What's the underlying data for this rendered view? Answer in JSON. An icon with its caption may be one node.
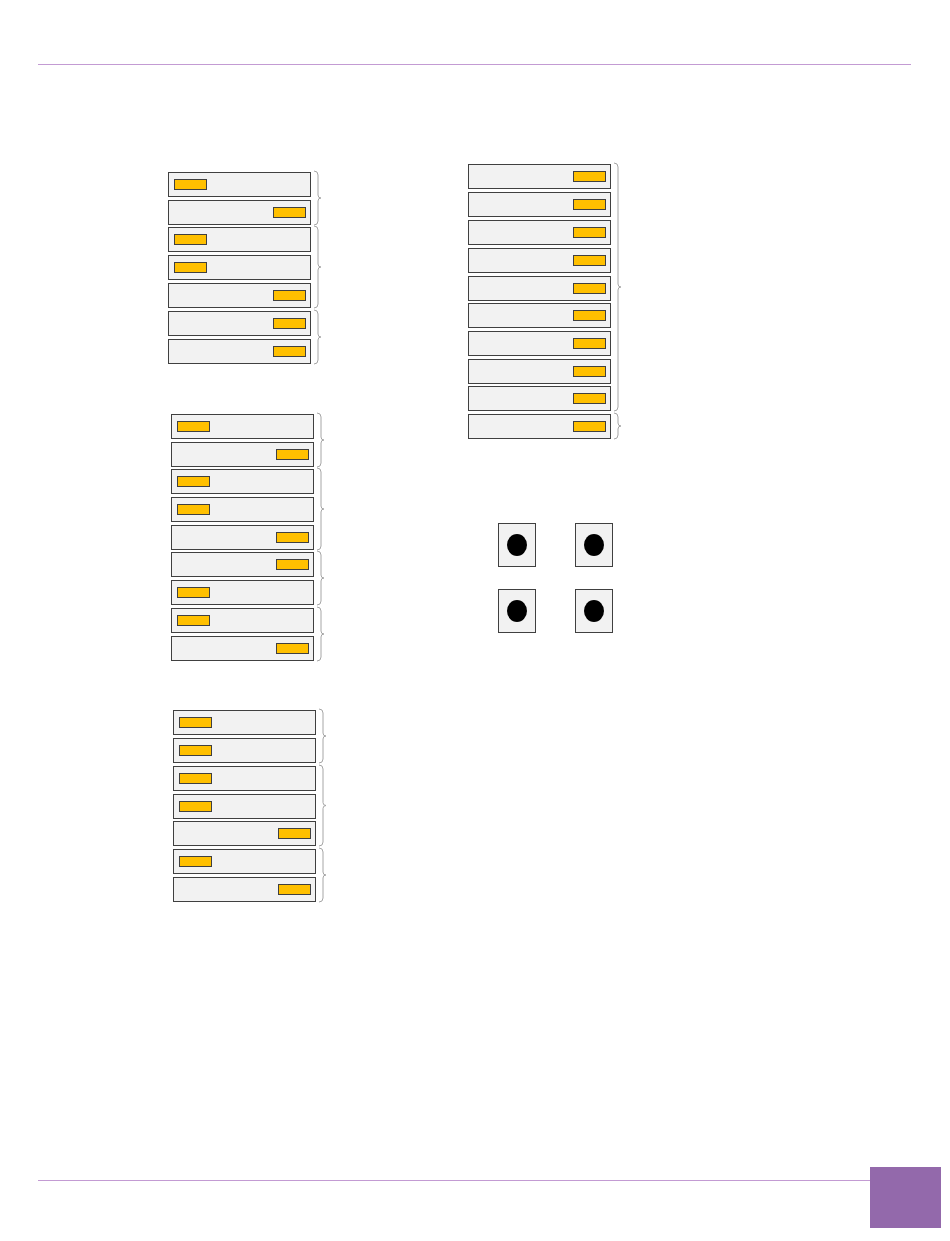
{
  "diagram": {
    "nodes": [
      {
        "text": [],
        "shape": "box"
      },
      {
        "text": [],
        "shape": "bar",
        "in": 0
      },
      {
        "text": [],
        "shape": "box"
      },
      {
        "text": [],
        "shape": "bar",
        "in": 2
      },
      {
        "text": [],
        "shape": "box"
      },
      {
        "text": [],
        "shape": "bar",
        "in": 4
      },
      {
        "text": [],
        "shape": "box"
      },
      {
        "text": [],
        "shape": "bar",
        "in": 6
      },
      {
        "text": [],
        "shape": "box"
      },
      {
        "text": [],
        "shape": "bar",
        "in": 8
      },
      {
        "text": [],
        "shape": "box"
      },
      {
        "text": [],
        "shape": "bar",
        "in": 10
      },
      {
        "text": [],
        "shape": "box"
      },
      {
        "text": [],
        "shape": "bar",
        "in": 12
      },
      {
        "text": [],
        "shape": "box"
      },
      {
        "text": [],
        "shape": "bar",
        "in": 14
      },
      {
        "text": [],
        "shape": "box"
      },
      {
        "text": [],
        "shape": "bar",
        "in": 16
      },
      {
        "text": [],
        "shape": "box"
      },
      {
        "text": [],
        "shape": "bar",
        "in": 18
      },
      {
        "text": [],
        "shape": "box"
      },
      {
        "text": [],
        "shape": "bar",
        "in": 20
      },
      {
        "text": [],
        "shape": "box"
      },
      {
        "text": [],
        "shape": "bar",
        "in": 22
      },
      {
        "text": [],
        "shape": "box"
      },
      {
        "text": [],
        "shape": "bar",
        "in": 24
      },
      {
        "text": [],
        "shape": "box"
      },
      {
        "text": [],
        "shape": "bar",
        "in": 26
      },
      {
        "text": [],
        "shape": "box"
      },
      {
        "text": [],
        "shape": "bar",
        "in": 28
      },
      {
        "text": [],
        "shape": "box"
      },
      {
        "text": [],
        "shape": "bar",
        "in": 30
      },
      {
        "text": [],
        "shape": "box"
      },
      {
        "text": [],
        "shape": "bar",
        "in": 32
      },
      {
        "text": [],
        "shape": "box"
      },
      {
        "text": [],
        "shape": "bar",
        "in": 34
      },
      {
        "text": [],
        "shape": "box"
      },
      {
        "text": [],
        "shape": "bar",
        "in": 36
      },
      {
        "text": [],
        "shape": "box"
      },
      {
        "text": [],
        "shape": "bar",
        "in": 38
      },
      {
        "text": [],
        "shape": "box"
      },
      {
        "text": [],
        "shape": "bar",
        "in": 40
      },
      {
        "text": [],
        "shape": "box"
      },
      {
        "text": [],
        "shape": "bar",
        "in": 42
      },
      {
        "text": [],
        "shape": "box"
      },
      {
        "text": [],
        "shape": "bar",
        "in": 44
      },
      {
        "text": [],
        "shape": "box"
      },
      {
        "text": [],
        "shape": "bar",
        "in": 46
      },
      {
        "text": [],
        "shape": "box"
      },
      {
        "text": [],
        "shape": "bar",
        "in": 48
      },
      {
        "text": [],
        "shape": "box"
      },
      {
        "text": [],
        "shape": "bar",
        "in": 50
      },
      {
        "text": [],
        "shape": "box"
      },
      {
        "text": [],
        "shape": "circle",
        "in": 52
      },
      {
        "text": [],
        "shape": "box"
      },
      {
        "text": [],
        "shape": "circle",
        "in": 54
      },
      {
        "text": [],
        "shape": "box"
      },
      {
        "text": [],
        "shape": "circle",
        "in": 56
      },
      {
        "text": [],
        "shape": "box"
      },
      {
        "text": [],
        "shape": "circle",
        "in": 58
      },
      {
        "text": [],
        "shape": "box"
      },
      {
        "text": [],
        "shape": "bar",
        "in": 60
      },
      {
        "text": [],
        "shape": "box"
      },
      {
        "text": [],
        "shape": "bar",
        "in": 62
      },
      {
        "text": [],
        "shape": "box"
      },
      {
        "text": [],
        "shape": "bar",
        "in": 64
      },
      {
        "text": [],
        "shape": "box"
      },
      {
        "text": [],
        "shape": "bar",
        "in": 66
      },
      {
        "text": [],
        "shape": "box"
      },
      {
        "text": [],
        "shape": "bar",
        "in": 68
      },
      {
        "text": [],
        "shape": "box"
      },
      {
        "text": [],
        "shape": "bar",
        "in": 70
      },
      {
        "text": [],
        "shape": "box"
      },
      {
        "text": [],
        "shape": "bar",
        "in": 72
      }
    ]
  }
}
